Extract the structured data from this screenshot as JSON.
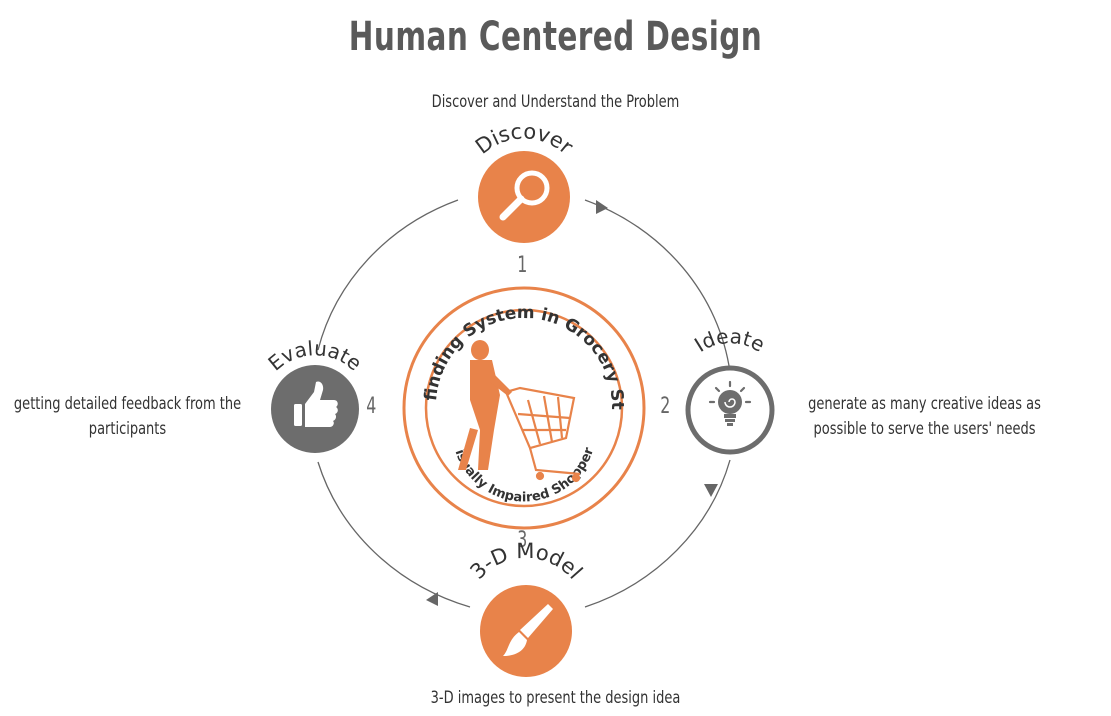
{
  "title": "Human Centered Design",
  "center": {
    "arc_top": "Wayfinding System in Grocery Store",
    "arc_bottom": "Visually Impaired Shoppers"
  },
  "steps": [
    {
      "label": "Discover",
      "number": "1",
      "icon": "magnifier-icon",
      "description": "Discover and Understand the Problem",
      "color": "#e8834a"
    },
    {
      "label": "Ideate",
      "number": "2",
      "icon": "lightbulb-icon",
      "description": "generate as many creative ideas as possible to serve the users' needs",
      "color": "#6d6d6d"
    },
    {
      "label": "3-D Model",
      "number": "3",
      "icon": "paintbrush-icon",
      "description": "3-D images to present the design idea",
      "color": "#e8834a"
    },
    {
      "label": "Evaluate",
      "number": "4",
      "icon": "thumbs-up-icon",
      "description": "getting detailed feedback from the participants",
      "color": "#6d6d6d"
    }
  ],
  "colors": {
    "accent": "#e8834a",
    "gray": "#6d6d6d",
    "text": "#333333"
  }
}
